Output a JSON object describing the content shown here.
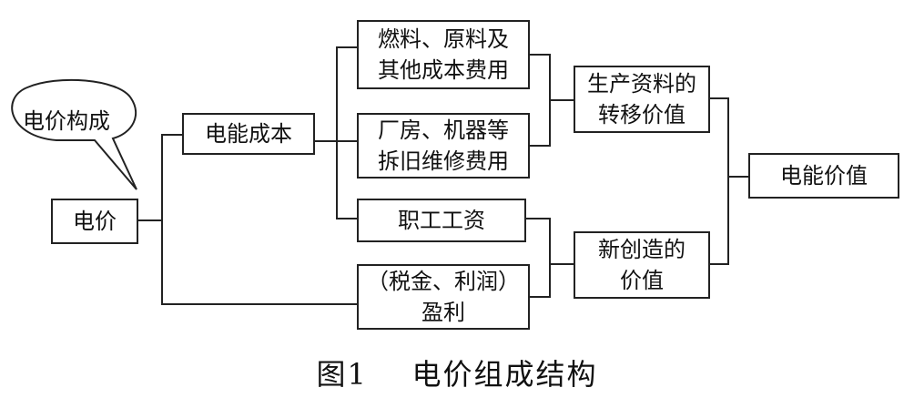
{
  "callout": {
    "label": "电价构成"
  },
  "nodes": {
    "price": "电价",
    "energy_cost": "电能成本",
    "fuel": [
      "燃料、原料及",
      "其他成本费用"
    ],
    "depreciation": [
      "厂房、机器等",
      "拆旧维修费用"
    ],
    "wages": "职工工资",
    "profit": [
      "（税金、利润）",
      "盈利"
    ],
    "transfer_value": [
      "生产资料的",
      "转移价值"
    ],
    "new_value": [
      "新创造的",
      "价值"
    ],
    "energy_value": "电能价值"
  },
  "caption": "图1    电价组成结构"
}
